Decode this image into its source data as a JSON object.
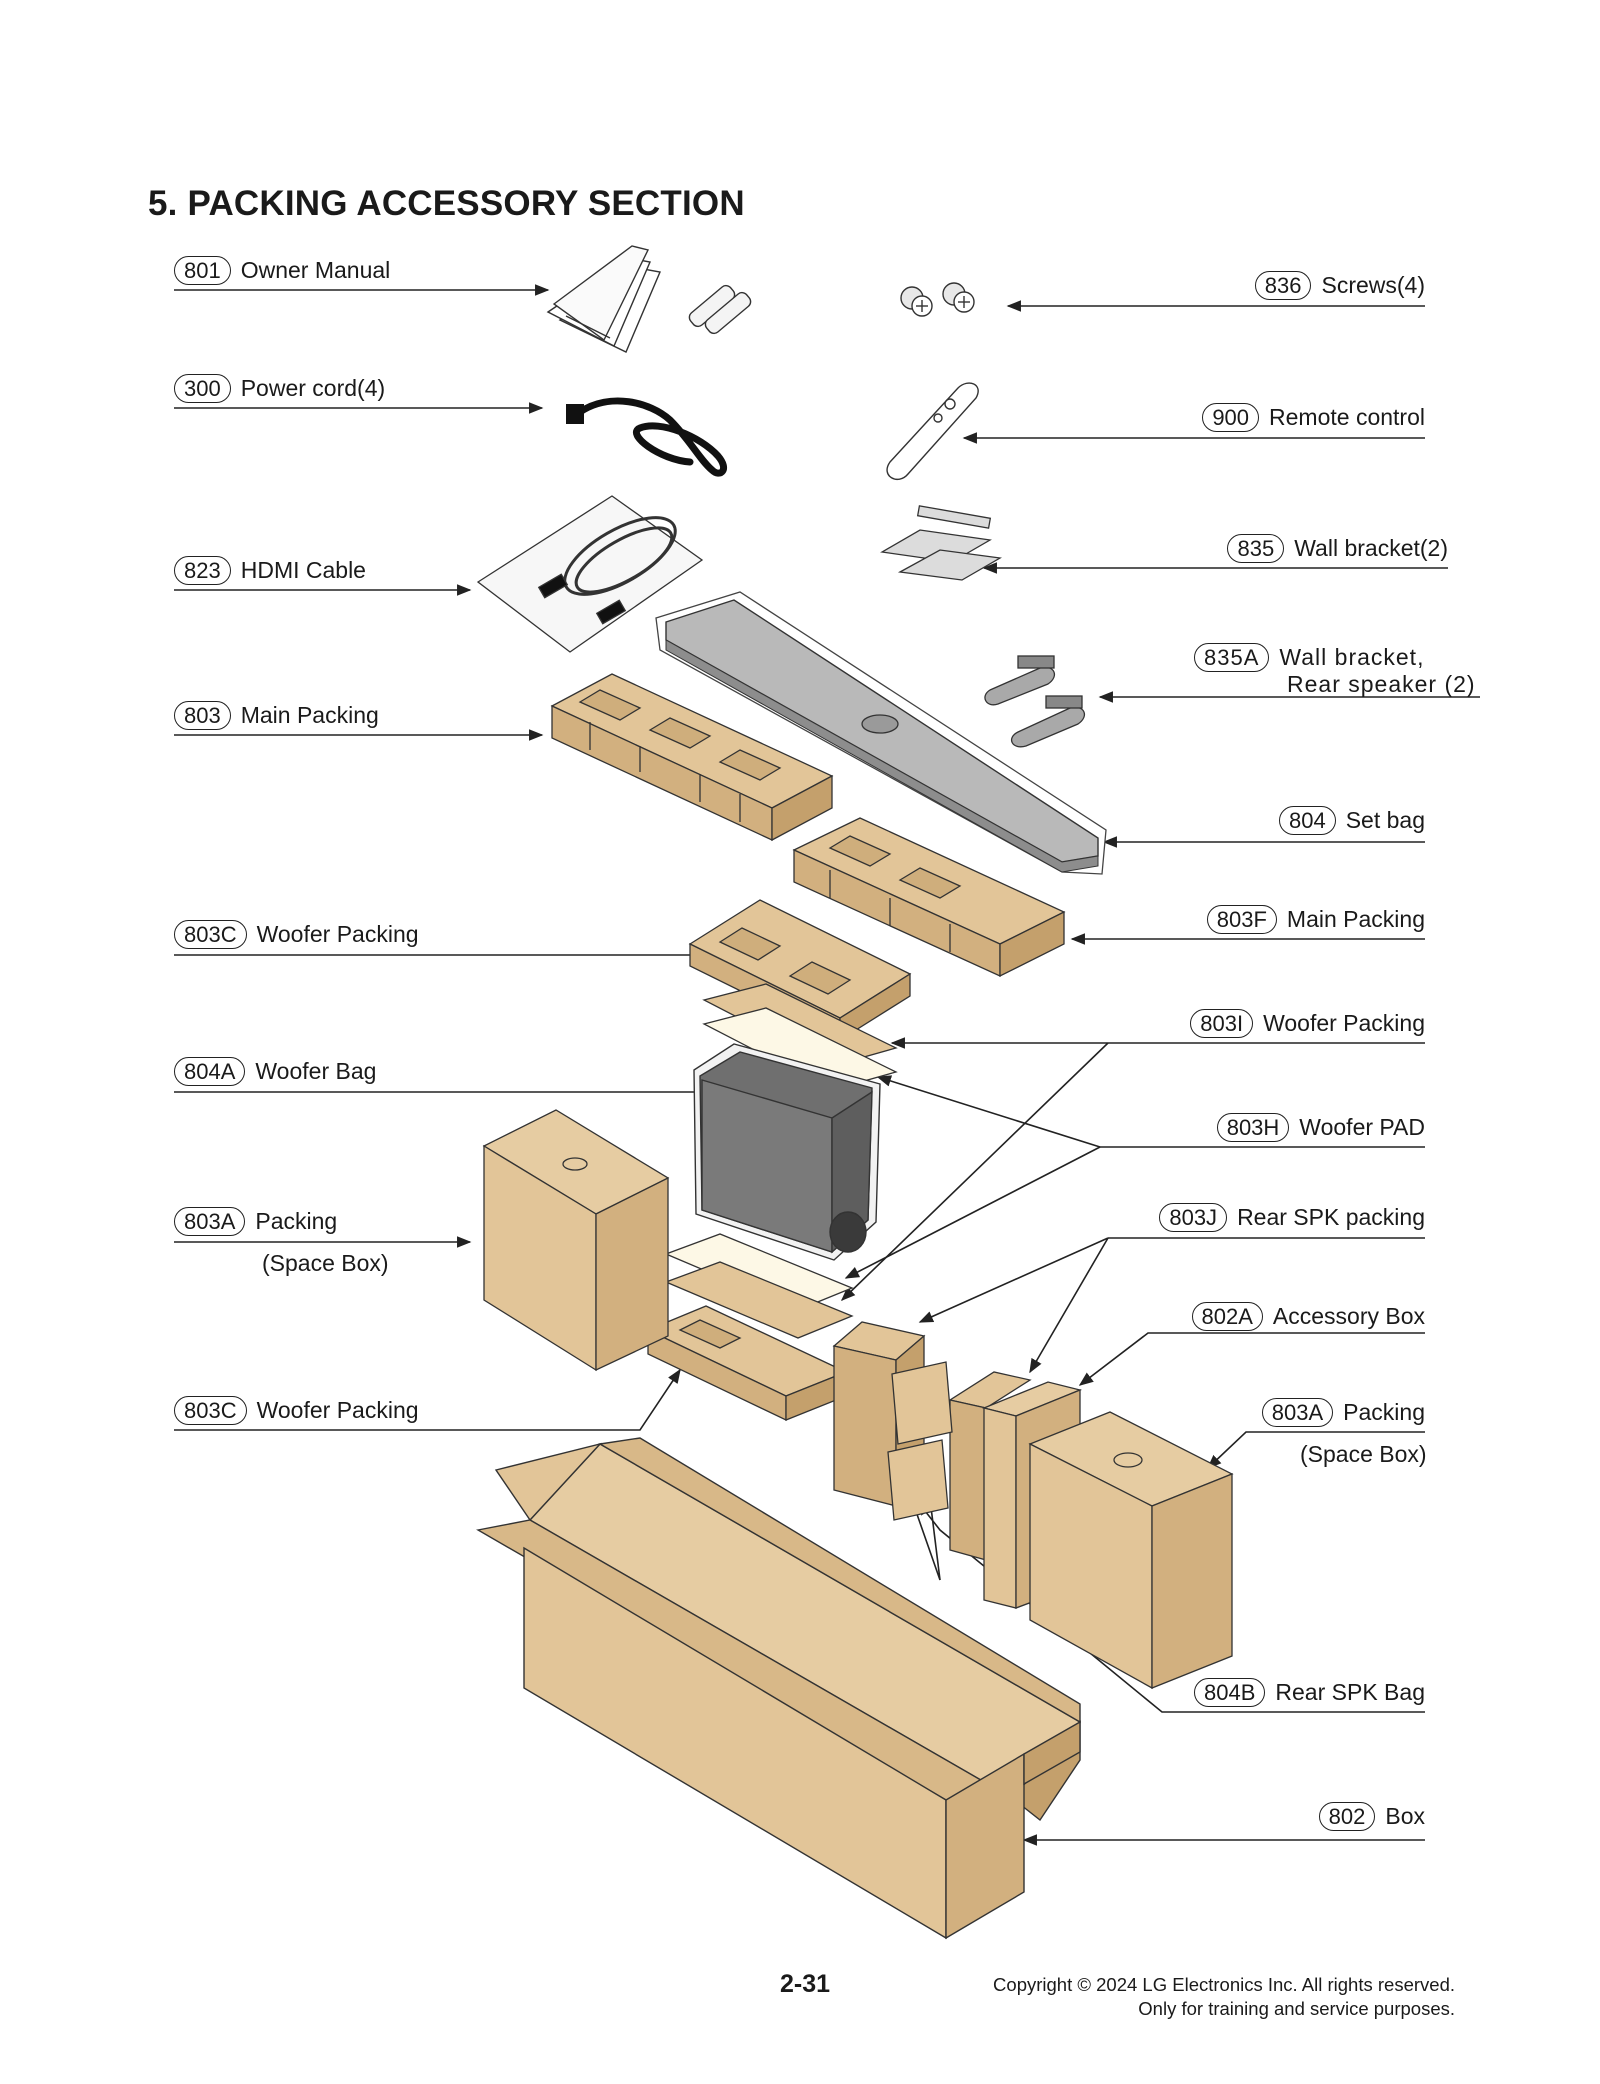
{
  "title": "5. PACKING ACCESSORY SECTION",
  "labels": {
    "l801": {
      "code": "801",
      "name": "Owner Manual"
    },
    "l300": {
      "code": "300",
      "name": "Power cord(4)"
    },
    "l823": {
      "code": "823",
      "name": "HDMI Cable"
    },
    "l803": {
      "code": "803",
      "name": "Main Packing"
    },
    "l803c": {
      "code": "803C",
      "name": "Woofer Packing"
    },
    "l804a": {
      "code": "804A",
      "name": "Woofer Bag"
    },
    "l803a": {
      "code": "803A",
      "name": "Packing",
      "sub": "(Space Box)"
    },
    "l803c2": {
      "code": "803C",
      "name": "Woofer Packing"
    },
    "l836": {
      "code": "836",
      "name": "Screws(4)"
    },
    "l900": {
      "code": "900",
      "name": "Remote control"
    },
    "l835": {
      "code": "835",
      "name": "Wall bracket(2)"
    },
    "l835a": {
      "code": "835A",
      "name": "Wall bracket,",
      "sub": "Rear speaker (2)"
    },
    "l804": {
      "code": "804",
      "name": "Set bag"
    },
    "l803f": {
      "code": "803F",
      "name": "Main Packing"
    },
    "l803i": {
      "code": "803I",
      "name": "Woofer Packing"
    },
    "l803h": {
      "code": "803H",
      "name": "Woofer PAD"
    },
    "l803j": {
      "code": "803J",
      "name": "Rear SPK packing"
    },
    "l802a": {
      "code": "802A",
      "name": "Accessory Box"
    },
    "l803a2": {
      "code": "803A",
      "name": "Packing",
      "sub": "(Space Box)"
    },
    "l804b": {
      "code": "804B",
      "name": "Rear SPK Bag"
    },
    "l802": {
      "code": "802",
      "name": "Box"
    }
  },
  "footer": {
    "page": "2-31",
    "copyright_line1": "Copyright © 2024 LG Electronics Inc. All rights reserved.",
    "copyright_line2": "Only for training and service purposes."
  },
  "colors": {
    "cardboard": "#e2c598",
    "cardboard_dark": "#cfae7c",
    "outline": "#2a2a2a",
    "soundbar": "#b9b9b9",
    "woofer": "#707070"
  }
}
